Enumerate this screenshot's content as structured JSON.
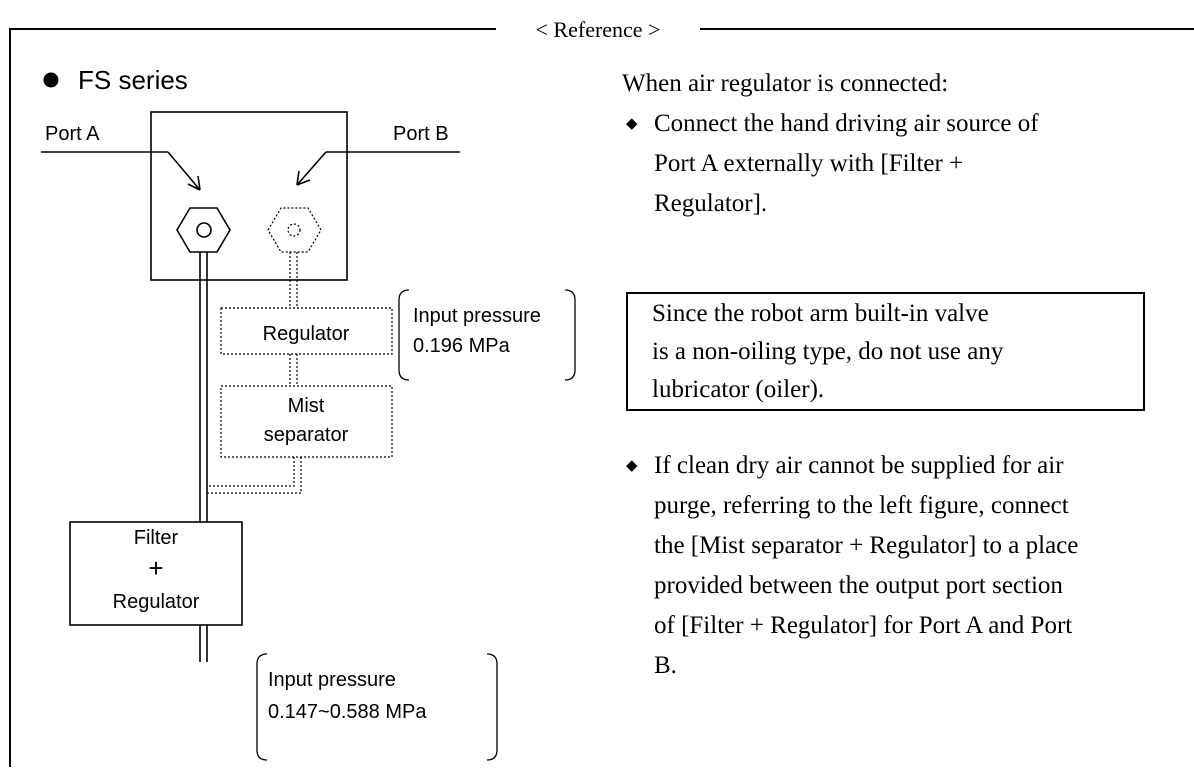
{
  "header": {
    "title": "< Reference >"
  },
  "left": {
    "series_label": "FS series",
    "port_a": "Port A",
    "port_b": "Port B",
    "regulator": "Regulator",
    "mist_line1": "Mist",
    "mist_line2": "separator",
    "filter_line1": "Filter",
    "filter_plus": "+",
    "filter_line2": "Regulator",
    "input1_line1": "Input pressure",
    "input1_line2": "0.196 MPa",
    "input2_line1": "Input pressure",
    "input2_line2": "0.147~0.588 MPa"
  },
  "right": {
    "heading": "When air regulator is connected:",
    "bullet1": [
      "Connect the hand driving air source of",
      "Port A externally with [Filter +",
      "Regulator]."
    ],
    "note": [
      "Since the robot arm built-in valve",
      "is a non-oiling type, do not use any",
      "lubricator (oiler)."
    ],
    "bullet2": [
      "If clean dry air cannot be supplied for air",
      "purge, referring to the left figure, connect",
      "the [Mist separator + Regulator] to a place",
      "provided between the output port section",
      "of [Filter + Regulator] for Port A and Port",
      "B."
    ]
  }
}
